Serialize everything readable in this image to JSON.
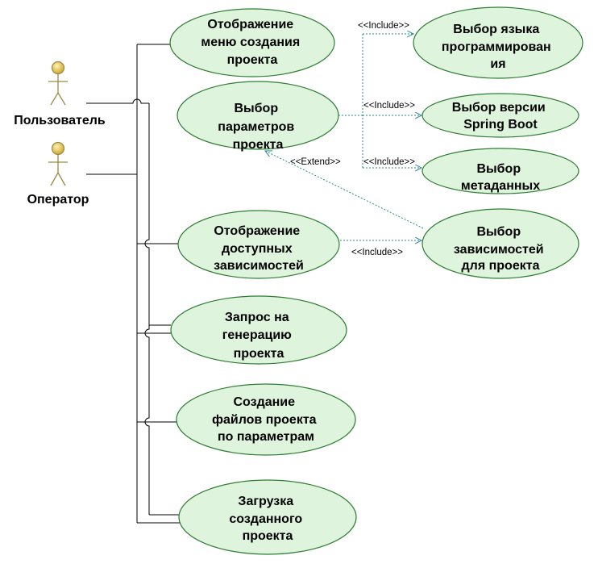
{
  "actors": [
    {
      "id": "user",
      "label": "Пользователь"
    },
    {
      "id": "operator",
      "label": "Оператор"
    }
  ],
  "use_cases": {
    "show_menu": [
      "Отображение",
      "меню создания",
      "проекта"
    ],
    "select_params": [
      "Выбор",
      "параметров",
      "проекта"
    ],
    "show_deps": [
      "Отображение",
      "доступных",
      "зависимостей"
    ],
    "request_gen": [
      "Запрос на",
      "генерацию",
      "проекта"
    ],
    "create_files": [
      "Создание",
      "файлов проекта",
      "по параметрам"
    ],
    "download": [
      "Загрузка",
      "созданного",
      "проекта"
    ],
    "select_lang": [
      "Выбор языка",
      "программирован",
      "ия"
    ],
    "select_version": [
      "Выбор версии",
      "Spring Boot"
    ],
    "select_meta": [
      "Выбор",
      "метаданных"
    ],
    "select_deps": [
      "Выбор",
      "зависимостей",
      "для проекта"
    ]
  },
  "relations": {
    "include_lang": "<<Include>>",
    "include_version": "<<Include>>",
    "include_meta": "<<Include>>",
    "include_deps": "<<Include>>",
    "extend_deps": "<<Extend>>"
  },
  "colors": {
    "use_case_fill": "#dff4dc",
    "use_case_stroke": "#2e7d32",
    "actor_head": "#e8c84a",
    "dependency_line": "#2a8a8a"
  }
}
